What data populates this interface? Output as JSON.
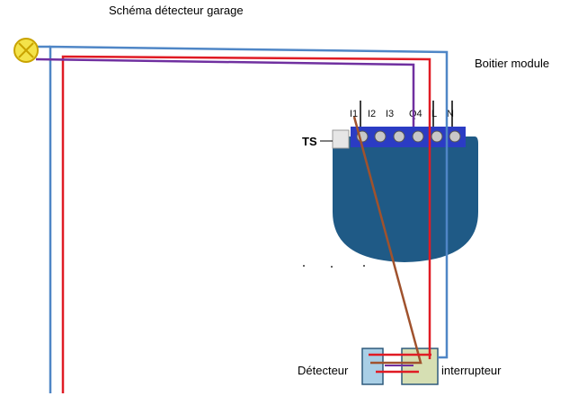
{
  "title": "Schéma détecteur garage",
  "labels": {
    "module_box": "Boitier module",
    "ts": "TS",
    "detector": "Détecteur",
    "switch": "interrupteur"
  },
  "terminals": [
    "I1",
    "I2",
    "I3",
    "Q4",
    "L",
    "N"
  ],
  "icons": {
    "lamp": "lamp-icon"
  },
  "colors": {
    "neutral_wire": "#4f86c6",
    "phase_wire": "#e01b24",
    "switched_wire": "#7030a0",
    "detector_wire": "#a0522d",
    "module_body": "#1f5a86",
    "terminal_strip": "#2b3cc4",
    "detector_box": "#a9cfe6",
    "switch_box": "#d6dfb3",
    "lamp": "#f4e34a"
  }
}
